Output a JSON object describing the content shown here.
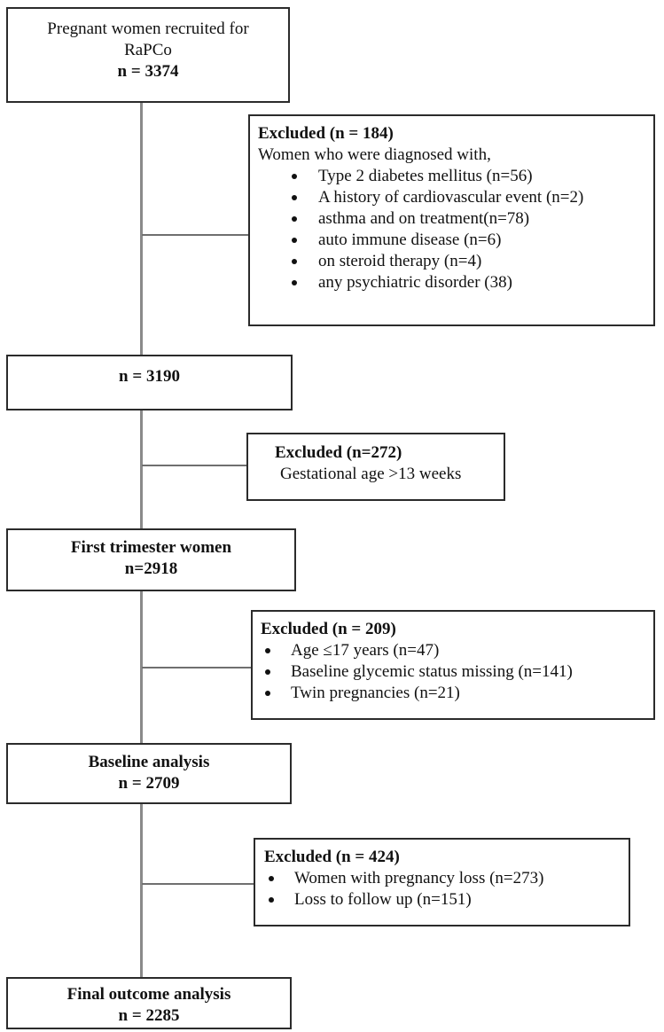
{
  "recruited": {
    "line1": "Pregnant women recruited for",
    "line2": "RaPCo",
    "count": "n = 3374"
  },
  "excluded1": {
    "title": "Excluded (n = 184)",
    "intro": "Women who were diagnosed with,",
    "items": [
      "Type 2 diabetes mellitus (n=56)",
      "A history of cardiovascular event (n=2)",
      "asthma and on treatment(n=78)",
      "auto immune disease (n=6)",
      "on steroid therapy (n=4)",
      "any psychiatric disorder (38)"
    ]
  },
  "stage2": {
    "count": "n = 3190"
  },
  "excluded2": {
    "title": "Excluded (n=272)",
    "reason": "Gestational age >13 weeks"
  },
  "first_trimester": {
    "label": "First trimester women",
    "count": "n=2918"
  },
  "excluded3": {
    "title": "Excluded (n = 209)",
    "items": [
      "Age ≤17 years (n=47)",
      "Baseline glycemic status missing (n=141)",
      "Twin pregnancies (n=21)"
    ]
  },
  "baseline": {
    "label": "Baseline analysis",
    "count": "n = 2709"
  },
  "excluded4": {
    "title": "Excluded (n = 424)",
    "items": [
      "Women with pregnancy loss (n=273)",
      "Loss to follow up (n=151)"
    ]
  },
  "final": {
    "label": "Final outcome analysis",
    "count": "n = 2285"
  }
}
